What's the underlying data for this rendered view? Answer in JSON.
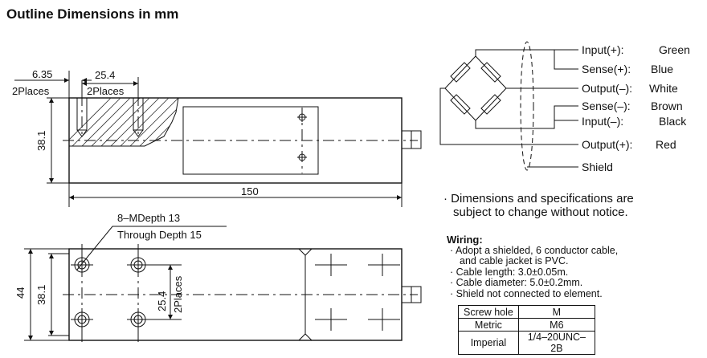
{
  "title": "Outline Dimensions in mm",
  "side_view": {
    "dim_6_35": "6.35",
    "dim_6_35_note": "2Places",
    "dim_25_4": "25.4",
    "dim_25_4_note": "2Places",
    "dim_38_1": "38.1",
    "dim_150": "150"
  },
  "top_view": {
    "thread_callout_1": "8–MDepth 13",
    "thread_callout_2": "Through Depth 15",
    "dim_44": "44",
    "dim_38_1": "38.1",
    "dim_25_4": "25.4",
    "dim_25_4_note": "2Places"
  },
  "wires": [
    {
      "label": "Input(+):",
      "color": "Green"
    },
    {
      "label": "Sense(+):",
      "color": "Blue"
    },
    {
      "label": "Output(–):",
      "color": "White"
    },
    {
      "label": "Sense(–):",
      "color": "Brown"
    },
    {
      "label": "Input(–):",
      "color": "Black"
    },
    {
      "label": "Output(+):",
      "color": "Red"
    },
    {
      "label": "Shield",
      "color": ""
    }
  ],
  "notice": [
    "· Dimensions and specifications are",
    "subject to change without notice."
  ],
  "wiring": {
    "heading": "Wiring:",
    "items": [
      "· Adopt a shielded, 6 conductor cable,",
      "and  cable jacket is PVC.",
      "· Cable length: 3.0±0.05m.",
      "· Cable diameter: 5.0±0.2mm.",
      "· Shield not connected to element."
    ]
  },
  "screw_table": {
    "header": [
      "Screw hole",
      "M"
    ],
    "rows": [
      [
        "Metric",
        "M6"
      ],
      [
        "Imperial",
        "1/4–20UNC–2B"
      ]
    ]
  }
}
